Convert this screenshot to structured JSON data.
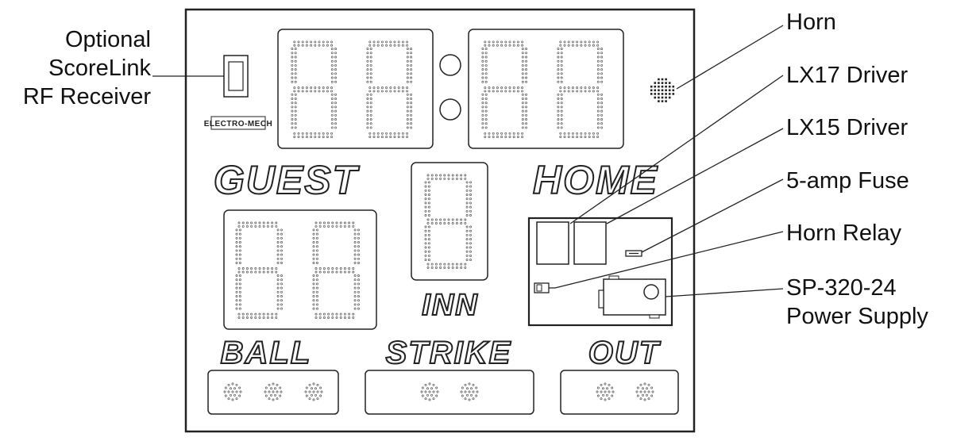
{
  "callouts": {
    "receiver": [
      "Optional",
      "ScoreLink",
      "RF Receiver"
    ],
    "horn": "Horn",
    "lx17": "LX17 Driver",
    "lx15": "LX15 Driver",
    "fuse": "5-amp Fuse",
    "relay": "Horn Relay",
    "power_supply": [
      "SP-320-24",
      "Power Supply"
    ]
  },
  "panel_labels": {
    "guest": "GUEST",
    "home": "HOME",
    "inning": "INN",
    "ball": "BALL",
    "strike": "STRIKE",
    "out": "OUT"
  },
  "logo_text": "ELECTRO-MECH",
  "colors": {
    "line": "#222222",
    "dots": "#555555",
    "background": "#ffffff"
  }
}
